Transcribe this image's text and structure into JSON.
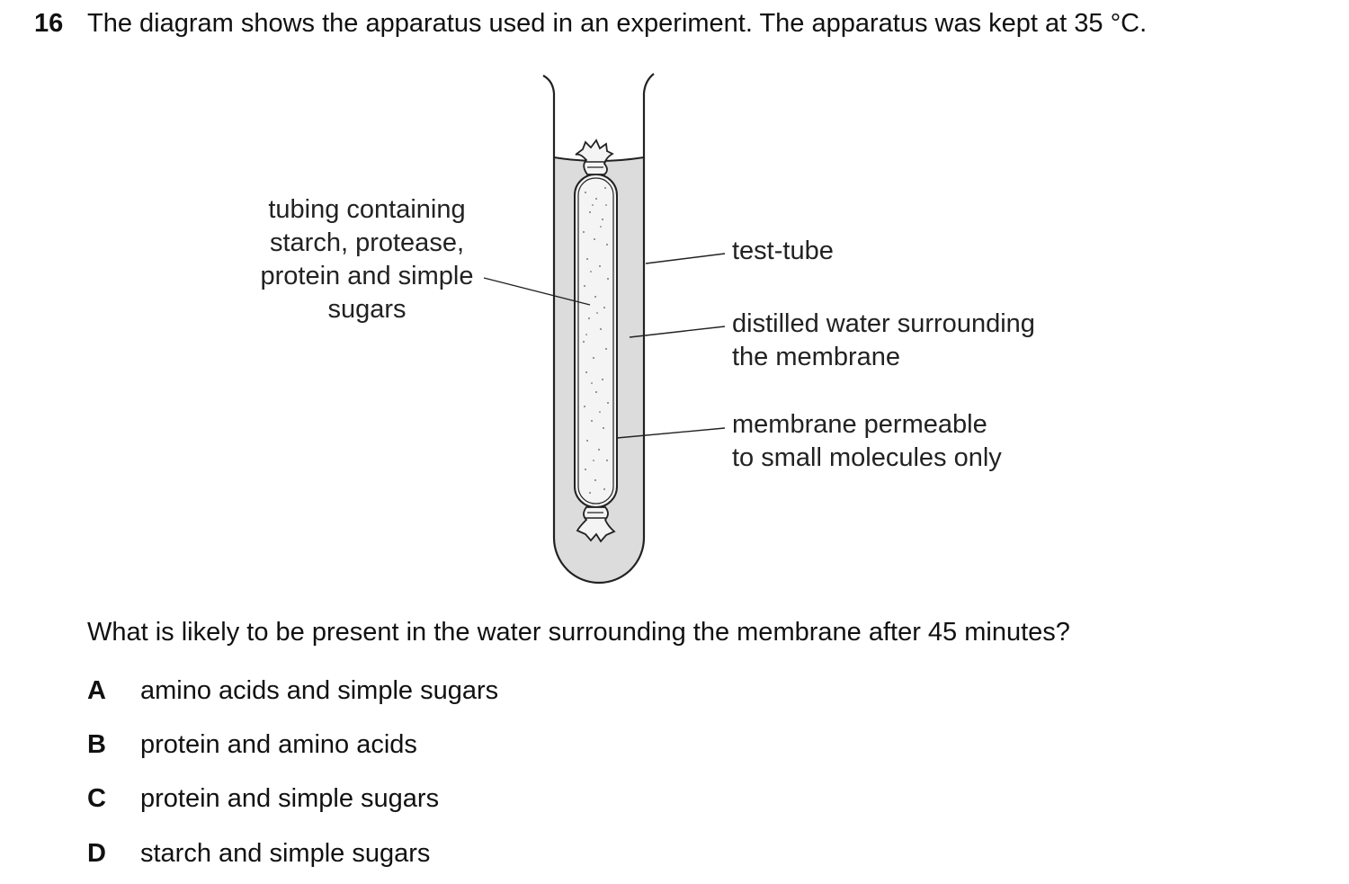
{
  "question": {
    "number": "16",
    "text": "The diagram shows the apparatus used in an experiment. The apparatus was kept at 35 °C."
  },
  "diagram": {
    "labels": {
      "tubing_line1": "tubing containing",
      "tubing_line2": "starch, protease,",
      "tubing_line3": "protein and simple",
      "tubing_line4": "sugars",
      "test_tube": "test-tube",
      "water_line1": "distilled water surrounding",
      "water_line2": "the membrane",
      "membrane_line1": "membrane permeable",
      "membrane_line2": "to small molecules only"
    },
    "colors": {
      "water_fill": "#dcdcdc",
      "outline": "#222222",
      "tubing_fill": "#f4f4f4"
    }
  },
  "prompt": "What is likely to be present in the water surrounding the membrane after 45 minutes?",
  "options": [
    {
      "letter": "A",
      "text": "amino acids and simple sugars"
    },
    {
      "letter": "B",
      "text": "protein and amino acids"
    },
    {
      "letter": "C",
      "text": "protein and simple sugars"
    },
    {
      "letter": "D",
      "text": "starch and simple sugars"
    }
  ]
}
